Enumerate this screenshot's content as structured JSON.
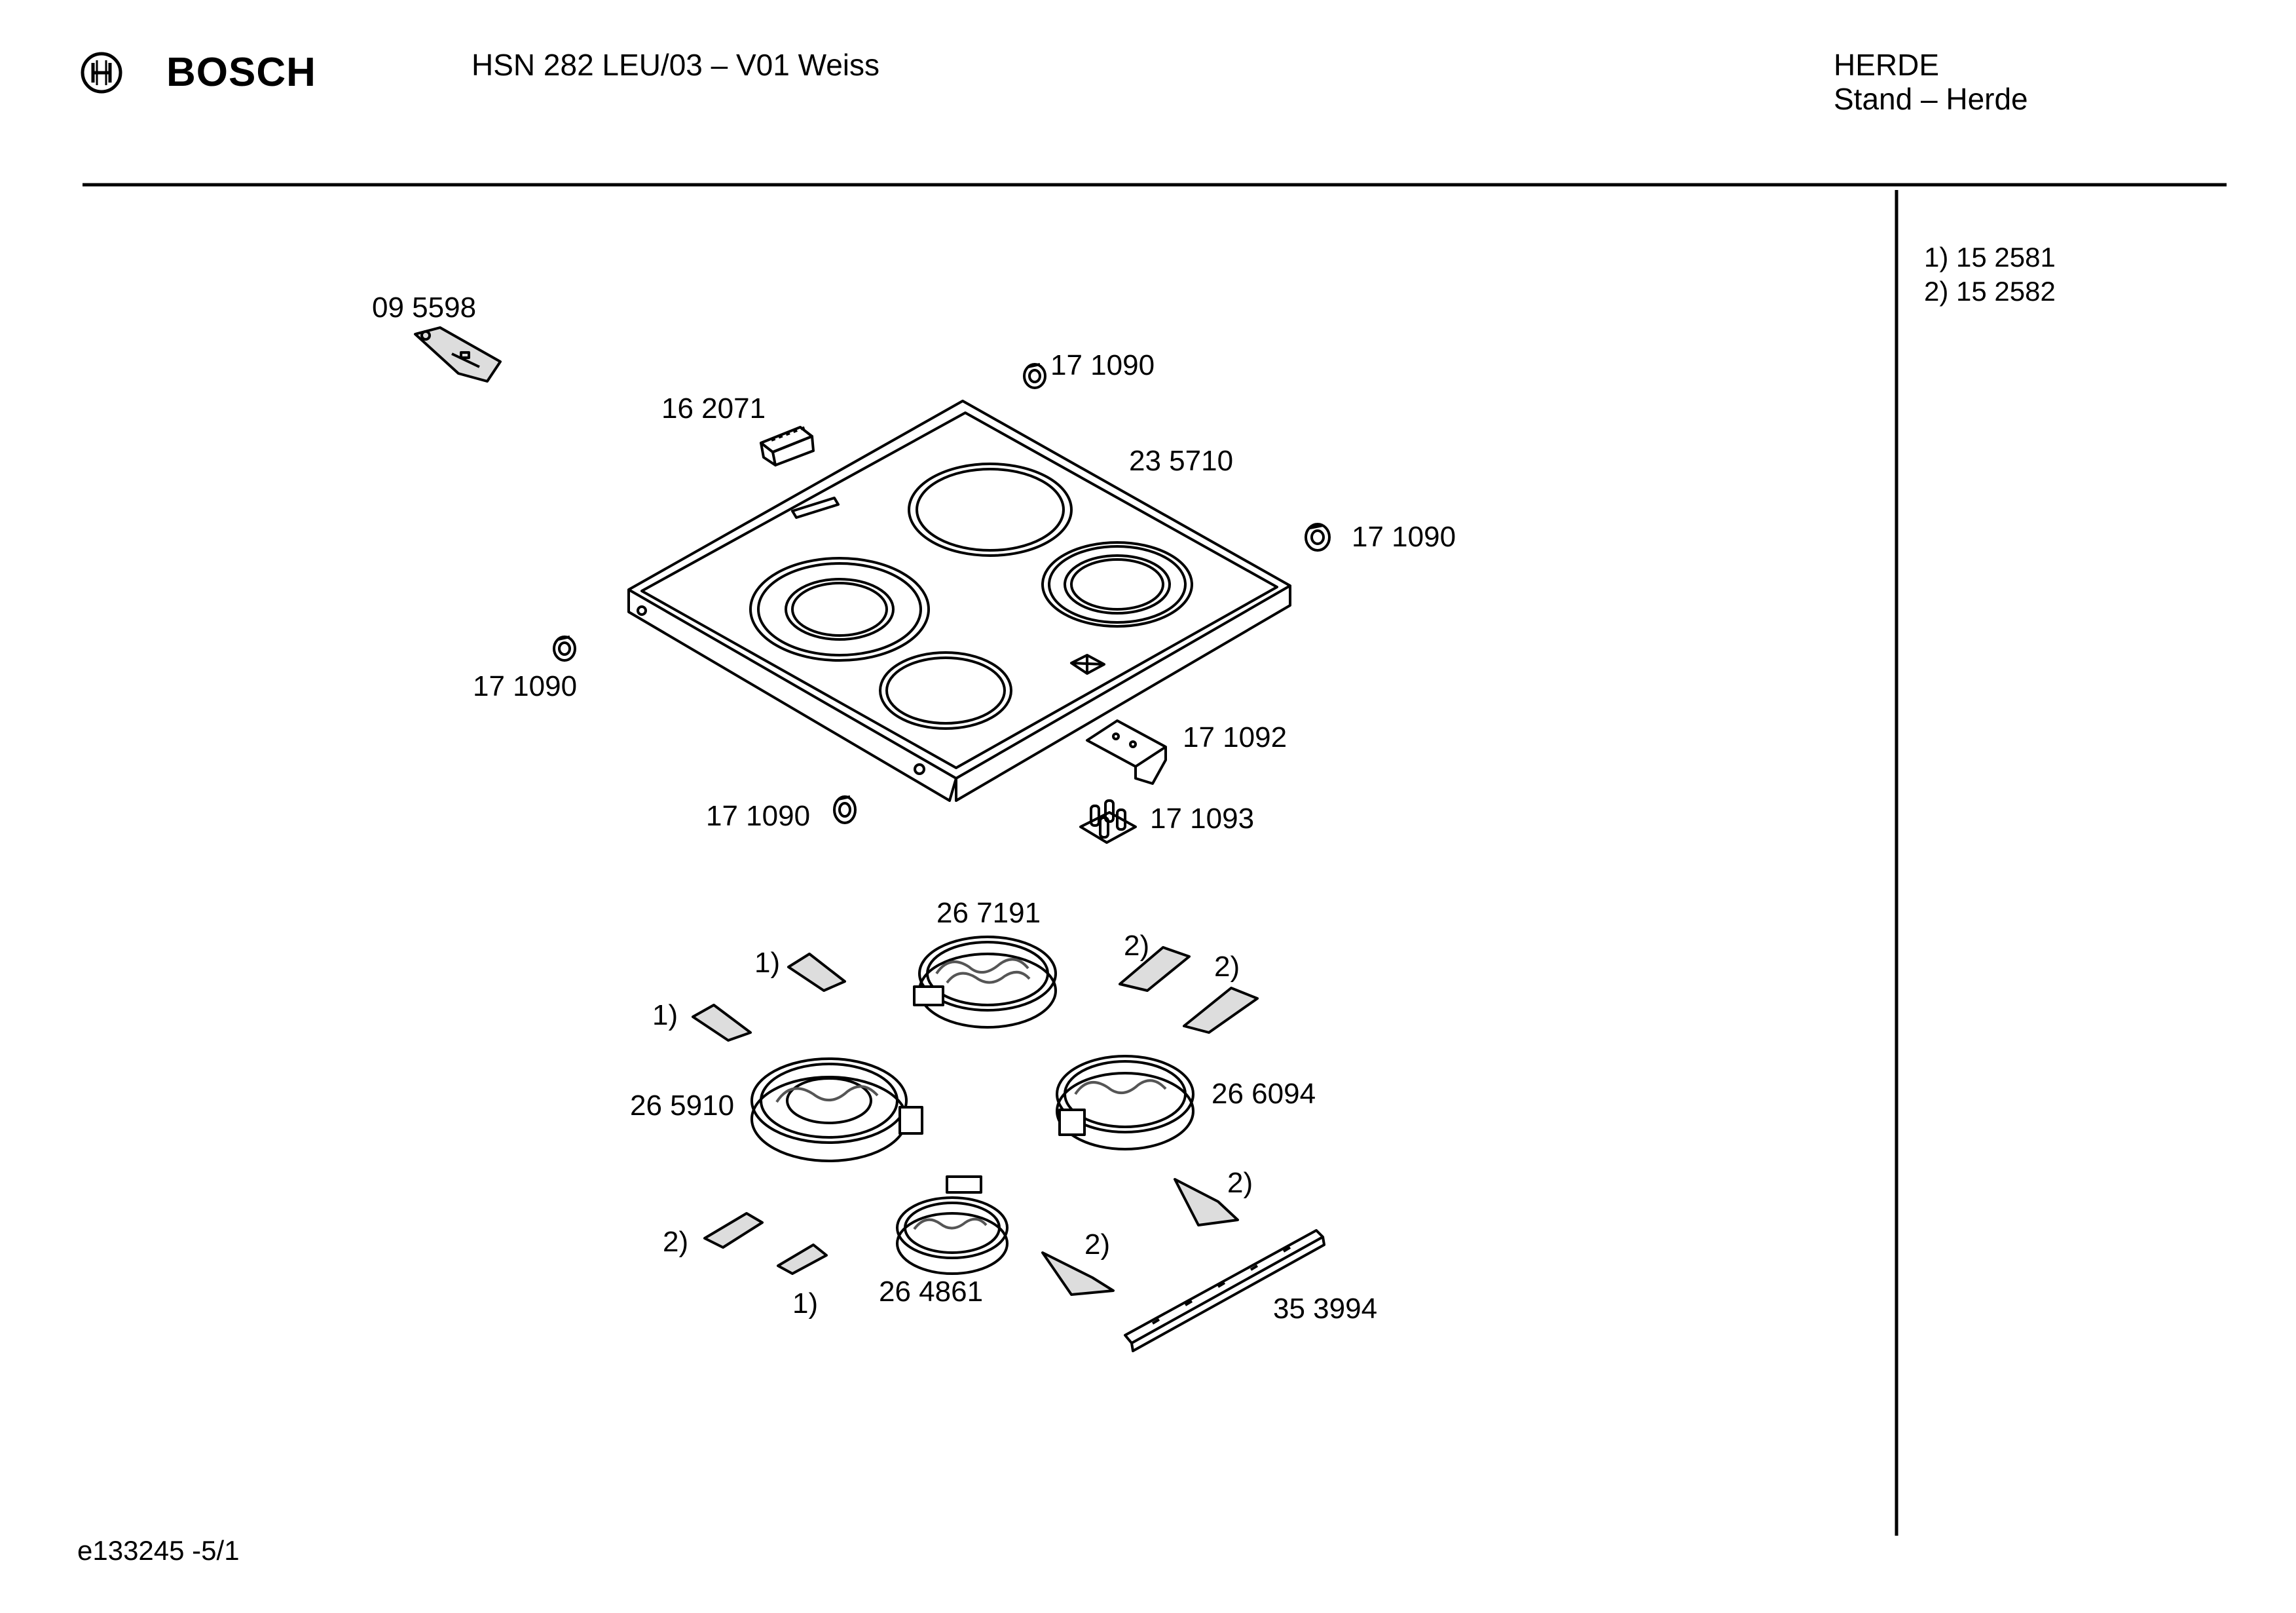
{
  "header": {
    "brand": "BOSCH",
    "model": "HSN 282 LEU/03 – V01 Weiss",
    "category": "HERDE",
    "subcategory": "Stand – Herde"
  },
  "legend": [
    "1) 15 2581",
    "2) 15 2582"
  ],
  "footer": {
    "code": "e133245 -5/1"
  },
  "parts": [
    {
      "id": "p095598",
      "label": "09 5598"
    },
    {
      "id": "p162071",
      "label": "16 2071"
    },
    {
      "id": "p171090a",
      "label": "17 1090"
    },
    {
      "id": "p235710",
      "label": "23 5710"
    },
    {
      "id": "p171090b",
      "label": "17 1090"
    },
    {
      "id": "p171090c",
      "label": "17 1090"
    },
    {
      "id": "p171092",
      "label": "17 1092"
    },
    {
      "id": "p171090d",
      "label": "17 1090"
    },
    {
      "id": "p171093",
      "label": "17 1093"
    },
    {
      "id": "p267191",
      "label": "26 7191"
    },
    {
      "id": "p265910",
      "label": "26 5910"
    },
    {
      "id": "p266094",
      "label": "26 6094"
    },
    {
      "id": "p264861",
      "label": "26 4861"
    },
    {
      "id": "p353994",
      "label": "35 3994"
    }
  ],
  "callouts": [
    "1)",
    "1)",
    "2)",
    "2)",
    "2)",
    "2)",
    "2)",
    "1)"
  ],
  "colors": {
    "ink": "#000000",
    "hatch": "#555555",
    "paper": "#ffffff"
  }
}
